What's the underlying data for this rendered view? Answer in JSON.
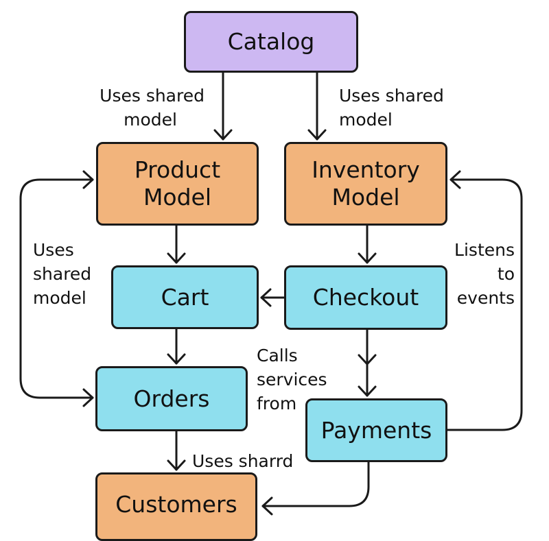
{
  "colors": {
    "catalog": "#cdb8f2",
    "shared_model": "#f2b47c",
    "service": "#8fdfee",
    "stroke": "#1a1a1a"
  },
  "nodes": {
    "catalog": "Catalog",
    "product_model": [
      "Product",
      "Model"
    ],
    "inventory_model": [
      "Inventory",
      "Model"
    ],
    "cart": "Cart",
    "checkout": "Checkout",
    "orders": "Orders",
    "payments": "Payments",
    "customers": "Customers"
  },
  "edge_labels": {
    "catalog_to_product": [
      "Uses shared",
      "model"
    ],
    "catalog_to_inventory": [
      "Uses shared",
      "model"
    ],
    "orders_to_product": [
      "Uses",
      "shared",
      "model"
    ],
    "payments_to_inventory": [
      "Listens",
      "to",
      "events"
    ],
    "orders_calls_payments": [
      "Calls",
      "services",
      "from"
    ],
    "orders_to_customers": [
      "Uses sharrd"
    ]
  },
  "edges": [
    {
      "from": "Catalog",
      "to": "Product Model",
      "label": "Uses shared model"
    },
    {
      "from": "Catalog",
      "to": "Inventory Model",
      "label": "Uses shared model"
    },
    {
      "from": "Product Model",
      "to": "Cart",
      "label": ""
    },
    {
      "from": "Inventory Model",
      "to": "Checkout",
      "label": ""
    },
    {
      "from": "Checkout",
      "to": "Cart",
      "label": ""
    },
    {
      "from": "Cart",
      "to": "Orders",
      "label": ""
    },
    {
      "from": "Checkout",
      "to": "Payments",
      "label": ""
    },
    {
      "from": "Orders",
      "to": "Product Model",
      "label": "Uses shared model",
      "bidirectional": true
    },
    {
      "from": "Payments",
      "to": "Inventory Model",
      "label": "Listens to events"
    },
    {
      "from": "Orders",
      "to": "Customers",
      "label": "Uses sharrd"
    },
    {
      "from": "Payments",
      "to": "Customers",
      "label": ""
    }
  ]
}
